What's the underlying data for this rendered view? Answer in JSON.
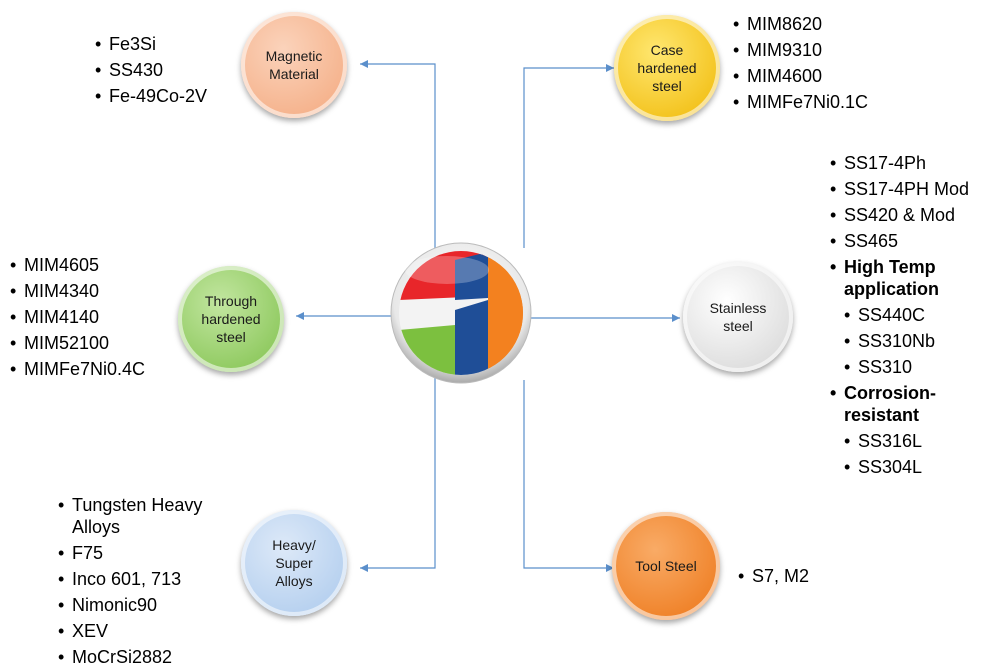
{
  "nodes": {
    "magnetic": {
      "label": "Magnetic\nMaterial",
      "color": "#f6b58f"
    },
    "case_hardened": {
      "label": "Case\nhardened\nsteel",
      "color": "#f6c400"
    },
    "through_hardened": {
      "label": "Through\nhardened\nsteel",
      "color": "#92cf62"
    },
    "stainless": {
      "label": "Stainless\nsteel",
      "color": "#ececec"
    },
    "heavy_super": {
      "label": "Heavy/\nSuper\nAlloys",
      "color": "#b7d3ef"
    },
    "tool_steel": {
      "label": "Tool Steel",
      "color": "#f3811f"
    }
  },
  "lists": {
    "magnetic": [
      "Fe3Si",
      "SS430",
      "Fe-49Co-2V"
    ],
    "case_hardened": [
      "MIM8620",
      "MIM9310",
      "MIM4600",
      "MIMFe7Ni0.1C"
    ],
    "through_hardened": [
      "MIM4605",
      "MIM4340",
      "MIM4140",
      "MIM52100",
      "MIMFe7Ni0.4C"
    ],
    "stainless_top": [
      "SS17-4Ph",
      "SS17-4PH Mod",
      "SS420 & Mod",
      "SS465"
    ],
    "stainless_high_temp_heading": "High Temp application",
    "stainless_high_temp": [
      "SS440C",
      "SS310Nb",
      "SS310"
    ],
    "stainless_corrosion_heading": "Corrosion-resistant",
    "stainless_corrosion": [
      "SS316L",
      "SS304L"
    ],
    "heavy_super": [
      "Tungsten Heavy Alloys",
      "F75",
      "Inco 601, 713",
      "Nimonic90",
      "XEV",
      "MoCrSi2882"
    ],
    "tool_steel": [
      "S7, M2"
    ]
  },
  "colors": {
    "connector": "#5b8fcb",
    "logo_red": "#e8262a",
    "logo_orange": "#f3811f",
    "logo_green": "#7cc03f",
    "logo_blue": "#1f4e97"
  }
}
